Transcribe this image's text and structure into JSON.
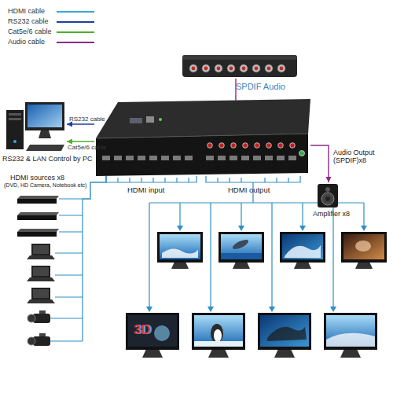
{
  "diagram": {
    "nodes": [
      {
        "text": [
          "SPDIF Audio"
        ]
      },
      {
        "text": [
          "RS232 & LAN Control by PC"
        ]
      },
      {
        "text": [
          "HDMI input",
          "HDMI output"
        ]
      },
      {
        "text": [
          "Amplifier x8"
        ]
      },
      {
        "text": [
          "HDMI sources x8",
          "(DVD, HD Camera, Notebook etc)"
        ]
      }
    ],
    "edges": [
      {
        "from": 2,
        "to": 1,
        "arrow": "to",
        "label": "RS232 cable"
      },
      {
        "from": 2,
        "to": 1,
        "arrow": "to",
        "label": "Cat5e/6 cable"
      },
      {
        "from": 4,
        "to": 2,
        "arrow": "none"
      },
      {
        "from": 2,
        "to": 0,
        "arrow": "none"
      },
      {
        "from": 2,
        "to": 3,
        "arrow": "to",
        "label": "Audio Output (SPDIF)x8"
      }
    ],
    "labels": [
      "3D"
    ],
    "legend": [
      {
        "text": "HDMI cable"
      },
      {
        "text": "RS232 cable"
      },
      {
        "text": "Cat5e/6 cable"
      },
      {
        "text": "Audio cable"
      }
    ]
  }
}
